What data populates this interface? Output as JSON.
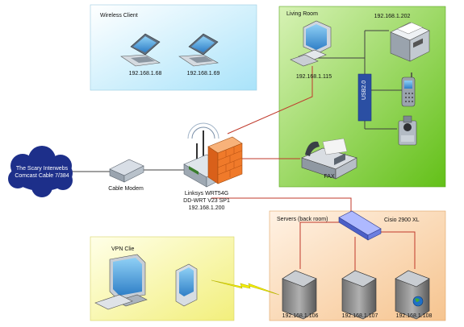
{
  "zones": {
    "wireless": {
      "title": "Wireless Client"
    },
    "living": {
      "title": "Living Room"
    },
    "servers": {
      "title": "Servers (back room)"
    },
    "vpn": {
      "title": "VPN Clie"
    }
  },
  "cloud": {
    "line1": "The Scary Interwebs",
    "line2": "Comcast Cable 7/384"
  },
  "modem": {
    "label": "Cable Modem"
  },
  "router": {
    "line1": "Linksys WRT54G",
    "line2": "DD-WRT V23 SP1",
    "line3": "192.168.1.200"
  },
  "wireless_clients": [
    "192.168.1.68",
    "192.168.1.69"
  ],
  "living_room": {
    "pc_ip": "192.168.1.115",
    "printer_ip": "192.168.1.202",
    "usb_label": "USB2.0",
    "fax_label": "FAX"
  },
  "switch": {
    "label": "Cisio 2900 XL"
  },
  "servers": [
    "192.168.1.106",
    "192.168.1.107",
    "192.168.1.108"
  ],
  "colors": {
    "wireless_zone": "#c9eefc",
    "living_zone": "#8fd64a",
    "servers_zone": "#f8d0a6",
    "vpn_zone": "#f6f49a",
    "cloud": "#1d2f8a",
    "link_red": "#c0392b",
    "lightning": "#f5f000"
  }
}
